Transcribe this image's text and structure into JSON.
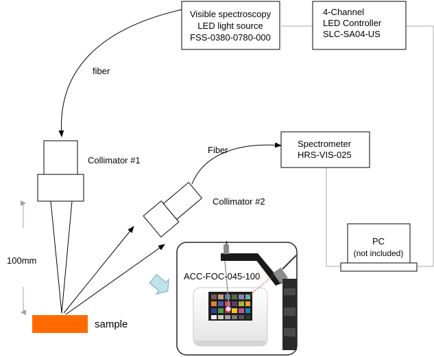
{
  "light_source": {
    "line1": "Visible spectroscopy",
    "line2": "LED light source",
    "line3": "FSS-0380-0780-000"
  },
  "led_controller": {
    "line1": "4-Channel",
    "line2": "LED Controller",
    "line3": "SLC-SA04-US"
  },
  "spectrometer": {
    "line1": "Spectrometer",
    "line2": "HRS-VIS-025"
  },
  "pc": {
    "line1": "PC",
    "line2": "(not included)"
  },
  "labels": {
    "fiber_top": "fiber",
    "fiber_right": "Fiber",
    "collimator1": "Collimator #1",
    "collimator2": "Collimator #2",
    "distance": "100mm",
    "sample": "sample",
    "inset_part": "ACC-FOC-045-100"
  },
  "colors": {
    "sample": "#ff6a00",
    "connection_wire": "#a8a8a8",
    "pointer_arrow": "#bfe3ea"
  },
  "icons": {
    "pointer": "callout-arrow-icon",
    "distance": "double-arrow-icon"
  }
}
